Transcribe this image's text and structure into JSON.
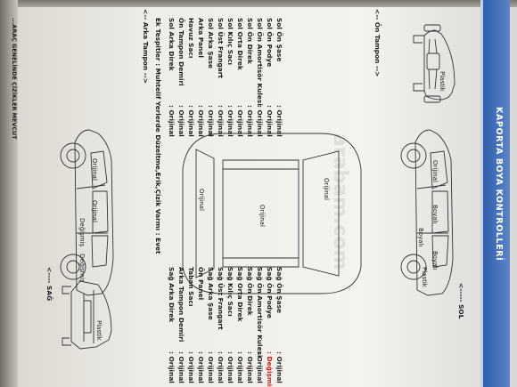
{
  "title": "KAPORTA BOYA KONTROLLERİ",
  "directions": {
    "sol": "<----- SOL",
    "sag": "<---- SAĞ",
    "on_tampon": "<-- Ön Tampon -->",
    "arka_tampon": "<-- Arka Tampon -->"
  },
  "extra_note": "Ek Tespitler : Muhtelif Yerlerde Düzeltme,Erik,Çizik Varmı : Evet",
  "footer_note": "...ARAÇ GENELİNDE ÇİZİKLER MEVCUT",
  "watermark": "arabam.com",
  "right_list": [
    {
      "part": "Sağ Ön Şase",
      "status": ": Orijinal",
      "changed": false
    },
    {
      "part": "Sağ Ön Podye",
      "status": ": Değişmiş,",
      "changed": true
    },
    {
      "part": "Sağ Ön Amortisör Kulesi",
      "status": ": Orijinal",
      "changed": false
    },
    {
      "part": "Sağ Ön Direk",
      "status": ": Orijinal",
      "changed": false
    },
    {
      "part": "Sağ Orta Direk",
      "status": ": Orijinal",
      "changed": false
    },
    {
      "part": "Sağ Kılıç Sacı",
      "status": ": Orijinal",
      "changed": false
    },
    {
      "part": "Sağ Üst Frangart",
      "status": ": Orijinal",
      "changed": false
    },
    {
      "part": "Sağ Arka Şase",
      "status": ": Orijinal",
      "changed": false
    },
    {
      "part": "Ön Panel",
      "status": ": Orijinal",
      "changed": false
    },
    {
      "part": "Taban Sacı",
      "status": ": Orijinal",
      "changed": false
    },
    {
      "part": "Arka Tampon Demiri",
      "status": ": Orijinal",
      "changed": false
    },
    {
      "part": "Sağ Arka Direk",
      "status": ": Orijinal",
      "changed": false
    }
  ],
  "left_list": [
    {
      "part": "Sol Ön Şase",
      "status": ": Orijinal",
      "changed": false
    },
    {
      "part": "Sol Ön Podye",
      "status": ": Orijinal",
      "changed": false
    },
    {
      "part": "Sol Ön Amortisör Kulesi",
      "status": ": Orijinal",
      "changed": false
    },
    {
      "part": "Sol Ön Direk",
      "status": ": Orijinal",
      "changed": false
    },
    {
      "part": "Sol Orta Direk",
      "status": ": Orijinal",
      "changed": false
    },
    {
      "part": "Sol Kılıç Sacı",
      "status": ": Orijinal",
      "changed": false
    },
    {
      "part": "Sol Üst Frangart",
      "status": ": Orijinal",
      "changed": false
    },
    {
      "part": "Sol Arka Şase",
      "status": ": Orijinal",
      "changed": false
    },
    {
      "part": "Arka Panel",
      "status": ": Orijinal",
      "changed": false
    },
    {
      "part": "Havuz Sacı",
      "status": ": Orijinal",
      "changed": false
    },
    {
      "part": "Ön Tampon Demiri",
      "status": ": Orijinal",
      "changed": false
    },
    {
      "part": "Sol Arka Direk",
      "status": ": Orijinal",
      "changed": false
    }
  ],
  "diagram_labels": {
    "rear_plastik": "Plastik",
    "front_plastik": "Plastik",
    "right_plastik": "Plastik",
    "right_boyali_1": "Boyalı",
    "right_boyali_2": "Boyalı",
    "right_boyali_3": "Boyalı",
    "right_orijinal_top": "Orijinal",
    "top_orijinal_rear": "Orijinal",
    "top_orijinal_mid": "Orijinal",
    "top_orijinal_front": "Orijinal",
    "left_orijinal_1": "Orijinal",
    "left_orijinal_2": "Orijinal",
    "left_degismis_1": "Değişmiş",
    "left_degismis_2": "Değişmiş"
  },
  "colors": {
    "header_blue": "#3566b3",
    "changed_red": "#cc1d1d",
    "painted_blue": "#1e4f9c"
  }
}
